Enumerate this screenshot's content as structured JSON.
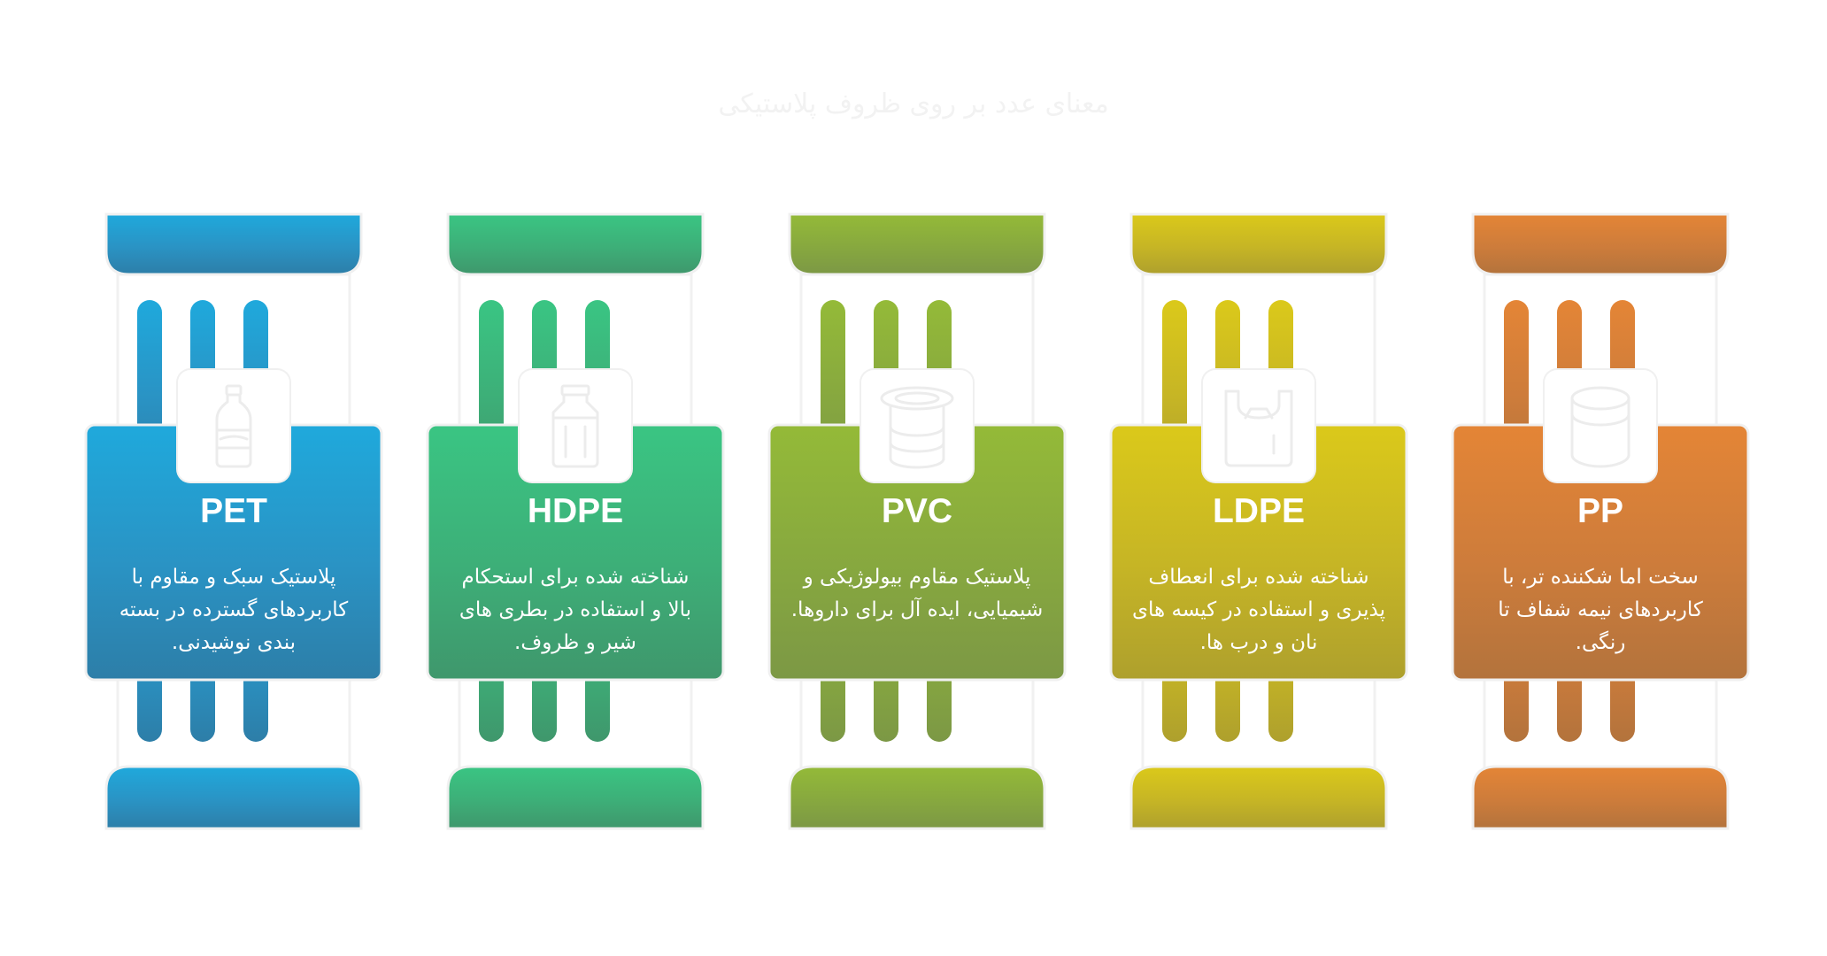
{
  "title": "معنای عدد بر روی ظروف پلاستیکی",
  "columns": [
    {
      "code": "PET",
      "desc": "پلاستیک سبک و مقاوم با کاربردهای گسترده در بسته بندی نوشیدنی.",
      "icon": "bottle-icon",
      "colors": {
        "top": "#1fa9dc",
        "mid": "#2a93c4",
        "bottom": "#2d7ea8"
      }
    },
    {
      "code": "HDPE",
      "desc": "شناخته شده برای استحکام بالا و استفاده در بطری های شیر و ظروف.",
      "icon": "milk-jug-icon",
      "colors": {
        "top": "#3ac583",
        "mid": "#3daf78",
        "bottom": "#3f976c"
      }
    },
    {
      "code": "PVC",
      "desc": "پلاستیک مقاوم بیولوژیکی و شیمیایی، ایده آل برای داروها.",
      "icon": "container-icon",
      "colors": {
        "top": "#94ba38",
        "mid": "#87a83f",
        "bottom": "#7c9845"
      }
    },
    {
      "code": "LDPE",
      "desc": "شناخته شده برای انعطاف پذیری و استفاده در کیسه های نان و درب ها.",
      "icon": "plastic-bag-icon",
      "colors": {
        "top": "#dbc91a",
        "mid": "#c6b525",
        "bottom": "#aea02d"
      }
    },
    {
      "code": "PP",
      "desc": "سخت اما شکننده تر، با کاربردهای نیمه شفاف تا رنگی.",
      "icon": "cup-icon",
      "colors": {
        "top": "#e48536",
        "mid": "#cd7c3b",
        "bottom": "#b3733c"
      }
    }
  ]
}
